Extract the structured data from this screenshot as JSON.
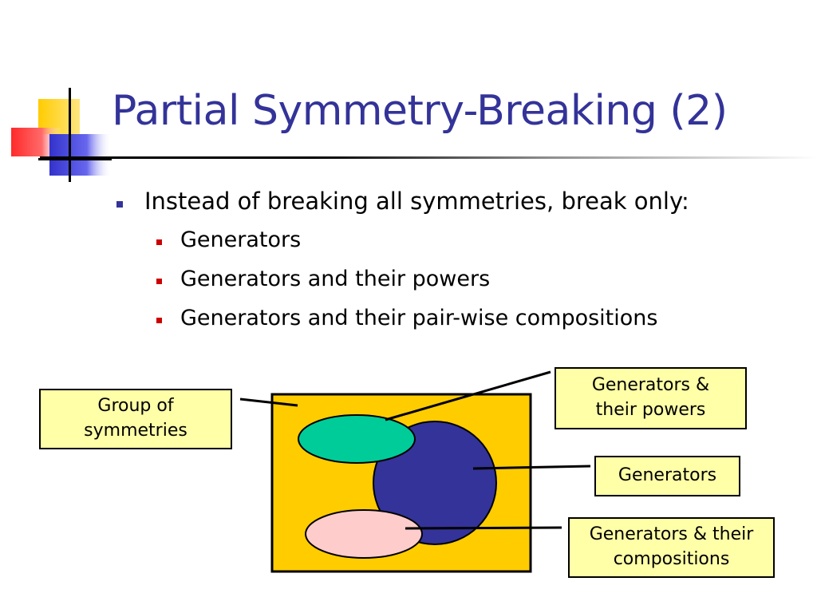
{
  "slide": {
    "title": "Partial Symmetry-Breaking (2)",
    "bullets": [
      {
        "level": 1,
        "text": "Instead of breaking all symmetries, break only:"
      },
      {
        "level": 2,
        "text": "Generators"
      },
      {
        "level": 2,
        "text": "Generators and their powers"
      },
      {
        "level": 2,
        "text": "Generators and their pair-wise compositions"
      }
    ]
  },
  "diagram": {
    "labels": {
      "group": "Group of\nsymmetries",
      "powers": "Generators &\ntheir powers",
      "generators": "Generators",
      "compositions": "Generators & their\ncompositions"
    },
    "colors": {
      "group_set": "#ffcc00",
      "generators_set": "#333399",
      "powers_set": "#00cc99",
      "compositions_set": "#ffcccc",
      "callout_fill": "#ffffa8"
    }
  },
  "theme": {
    "title_color": "#333399",
    "level1_marker_color": "#333399",
    "level2_marker_color": "#cc0000"
  }
}
